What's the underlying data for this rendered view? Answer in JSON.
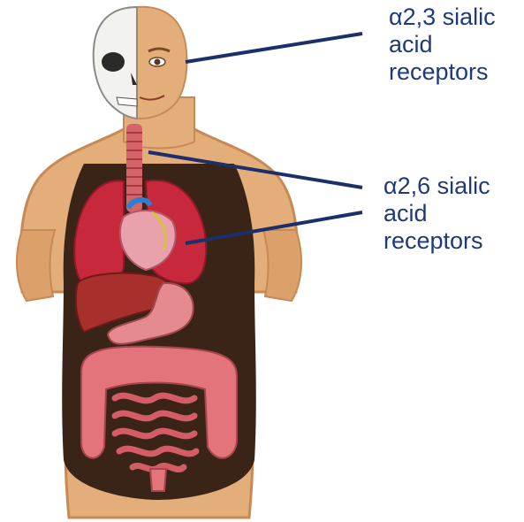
{
  "labels": {
    "upper": "α2,3 sialic\nacid\nreceptors",
    "lower": "α2,6 sialic\nacid\nreceptors"
  },
  "colors": {
    "text": "#1f3a7a",
    "leader_line": "#1b2f6b",
    "skin": "#e3ae7a",
    "skin_shadow": "#c88a55",
    "body_cavity": "#3a2418",
    "lungs": "#c8283c",
    "liver": "#a8302c",
    "stomach": "#e58a8f",
    "intestines": "#e4747b",
    "bone": "#f2f2ee"
  },
  "figure": {
    "subject": "human-anatomy-illustration"
  }
}
